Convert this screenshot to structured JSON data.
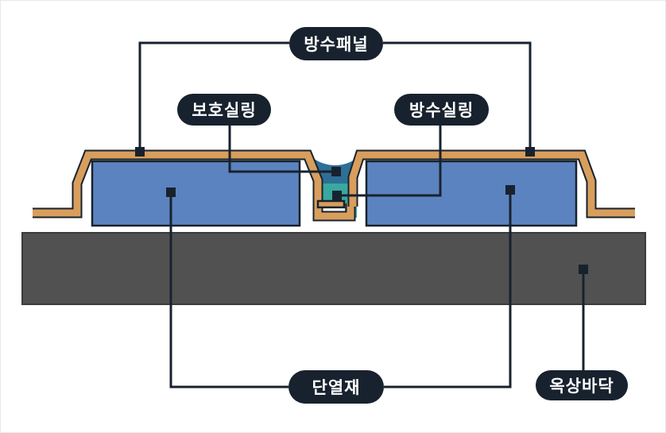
{
  "diagram": {
    "labels": {
      "waterproof_panel": "방수패널",
      "protective_sealing": "보호실링",
      "waterproof_sealing": "방수실링",
      "insulation": "단열재",
      "rooftop_floor": "옥상바닥"
    },
    "colors": {
      "label_pill": "#18222e",
      "label_text": "#ffffff",
      "line": "#18222e",
      "panel_orange": "#d89e5c",
      "panel_outline": "#18222e",
      "insulation_blue": "#5b83bf",
      "protective_sealing_blue": "#2e6f96",
      "waterproof_sealing_teal": "#39a8a1",
      "slab_gray": "#515151",
      "slab_border": "#3a3a3a",
      "background": "#ffffff"
    }
  }
}
